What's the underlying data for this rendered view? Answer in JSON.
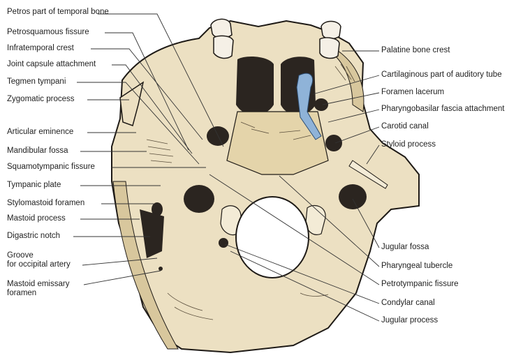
{
  "colors": {
    "bone": "#ece0c2",
    "bone_shadow": "#d8c79d",
    "ink": "#1e1a16",
    "dark": "#2b2520",
    "leader": "#333333",
    "cartilage": "#8fb3d8",
    "foramen_fill": "#ffffff"
  },
  "labels_left": [
    {
      "id": "petros",
      "text": "Petros part of temporal bone"
    },
    {
      "id": "petrosquamous",
      "text": "Petrosquamous fissure"
    },
    {
      "id": "infratemporal",
      "text": "Infratemporal crest"
    },
    {
      "id": "joint-capsule",
      "text": "Joint capsule attachment"
    },
    {
      "id": "tegmen",
      "text": "Tegmen tympani"
    },
    {
      "id": "zygomatic",
      "text": "Zygomatic process"
    },
    {
      "id": "articular",
      "text": "Articular eminence"
    },
    {
      "id": "mandibular",
      "text": "Mandibular fossa"
    },
    {
      "id": "squamotympanic",
      "text": "Squamotympanic fissure"
    },
    {
      "id": "tympanic-plate",
      "text": "Tympanic plate"
    },
    {
      "id": "stylomastoid",
      "text": "Stylomastoid foramen"
    },
    {
      "id": "mastoid-process",
      "text": "Mastoid process"
    },
    {
      "id": "digastric",
      "text": "Digastric notch"
    },
    {
      "id": "groove-1",
      "text": "Groove"
    },
    {
      "id": "groove-2",
      "text": "for occipital artery"
    },
    {
      "id": "emissary-1",
      "text": "Mastoid emissary"
    },
    {
      "id": "emissary-2",
      "text": "foramen"
    }
  ],
  "labels_right": [
    {
      "id": "palatine",
      "text": "Palatine bone crest"
    },
    {
      "id": "cartilaginous",
      "text": "Cartilaginous part of auditory tube"
    },
    {
      "id": "lacerum",
      "text": "Foramen lacerum"
    },
    {
      "id": "pharyngobasilar",
      "text": "Pharyngobasilar fascia attachment"
    },
    {
      "id": "carotid",
      "text": "Carotid canal"
    },
    {
      "id": "styloid",
      "text": "Styloid process"
    },
    {
      "id": "jugular-fossa",
      "text": "Jugular fossa"
    },
    {
      "id": "pharyngeal",
      "text": "Pharyngeal tubercle"
    },
    {
      "id": "petrotympanic",
      "text": "Petrotympanic fissure"
    },
    {
      "id": "condylar",
      "text": "Condylar canal"
    },
    {
      "id": "jugular-process",
      "text": "Jugular process"
    }
  ]
}
